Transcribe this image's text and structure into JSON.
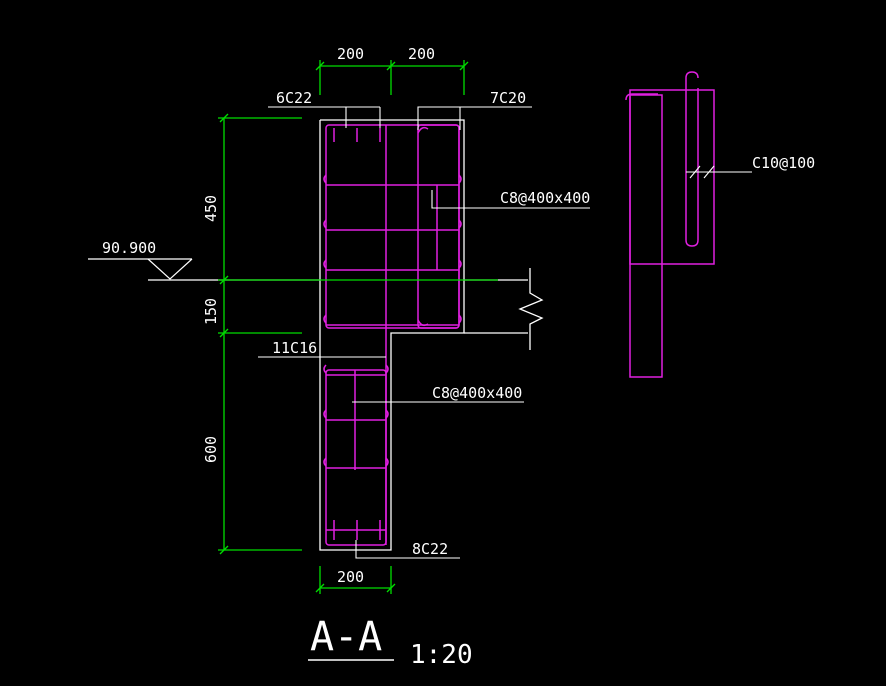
{
  "section": {
    "title": "A-A",
    "scale": "1:20"
  },
  "dimensions": {
    "top_left": "200",
    "top_right": "200",
    "bottom": "200",
    "h_450": "450",
    "h_150": "150",
    "h_600": "600"
  },
  "labels": {
    "top_left_bars": "6C22",
    "top_right_bars": "7C20",
    "stirrup_upper": "C8@400x400",
    "side_bars": "11C16",
    "stirrup_lower": "C8@400x400",
    "bottom_bars": "8C22",
    "elevation": "90.900",
    "detail_stirrup": "C10@100"
  },
  "colors": {
    "concrete": "#ffffff",
    "rebar": "#e020e0",
    "dimension": "#00dd00",
    "background": "#000000"
  }
}
